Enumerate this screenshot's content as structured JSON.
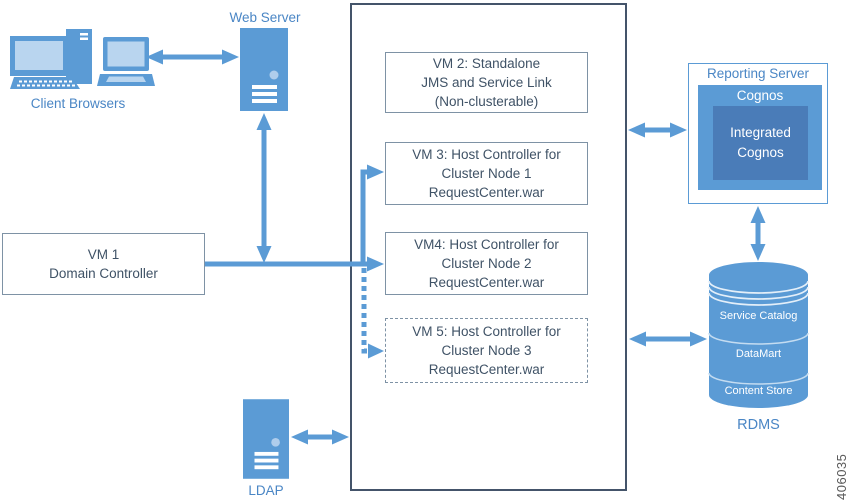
{
  "labels": {
    "web_server": "Web Server",
    "client_browsers": "Client Browsers",
    "ldap": "LDAP",
    "reporting_server": "Reporting Server",
    "cognos": "Cognos",
    "integrated_cognos": "Integrated Cognos",
    "rdms": "RDMS",
    "figure_number": "406035"
  },
  "nodes": {
    "vm1": {
      "lines": [
        "VM 1",
        "Domain Controller"
      ]
    },
    "vm2": {
      "lines": [
        "VM 2: Standalone",
        "JMS and Service Link",
        "(Non-clusterable)"
      ]
    },
    "vm3": {
      "lines": [
        "VM 3: Host Controller for",
        "Cluster Node 1",
        "RequestCenter.war"
      ]
    },
    "vm4": {
      "lines": [
        "VM4: Host Controller for",
        "Cluster Node 2",
        "RequestCenter.war"
      ]
    },
    "vm5": {
      "lines": [
        "VM 5: Host Controller for",
        "Cluster Node 3",
        "RequestCenter.war"
      ]
    }
  },
  "database": {
    "sections": [
      "Service Catalog",
      "DataMart",
      "Content Store"
    ]
  },
  "colors": {
    "primary_blue": "#5B9BD5",
    "inner_blue": "#4A7CB8",
    "screen_light_blue": "#B9D5EF",
    "label_blue": "#4A86C5",
    "box_border_gray": "#7E92A5",
    "container_border": "#44546A",
    "box_text": "#3F5266",
    "figure_text": "#595959"
  }
}
